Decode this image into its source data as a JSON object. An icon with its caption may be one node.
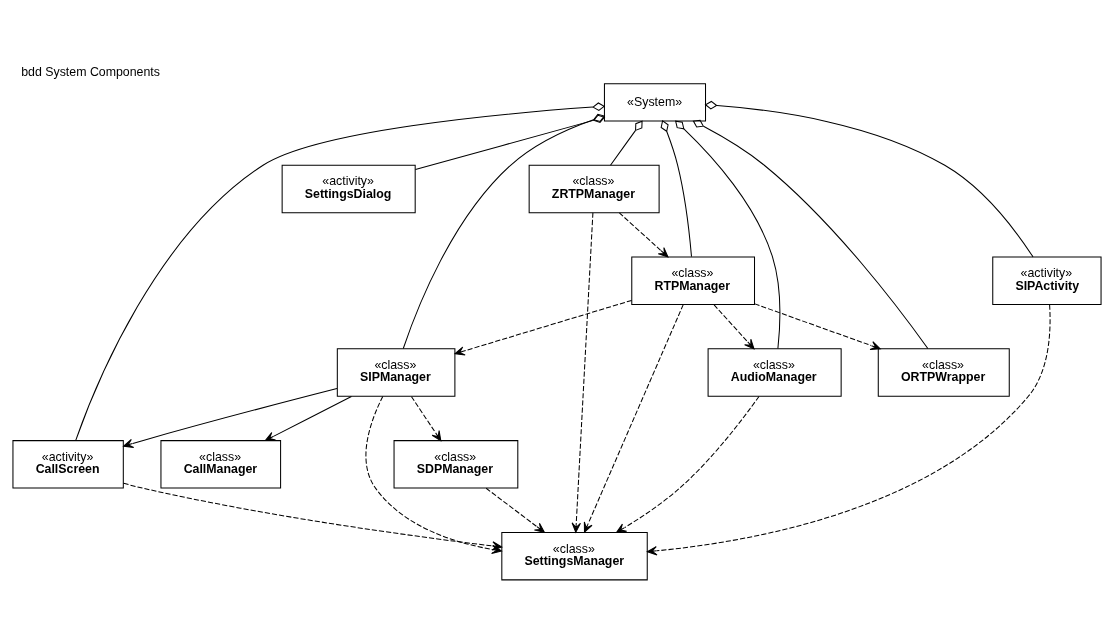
{
  "diagram": {
    "title": "bdd System Components",
    "nodes": [
      {
        "text": [
          "«System»"
        ]
      },
      {
        "text": [
          "«class»",
          "SDPManager"
        ]
      },
      {
        "text": [
          "«class»",
          "SettingsManager"
        ]
      },
      {
        "text": [
          "«class»",
          "CallManager"
        ]
      },
      {
        "text": [
          "«activity»",
          "SIPActivity"
        ]
      },
      {
        "text": [
          "«activity»",
          "SettingsDialog"
        ]
      },
      {
        "text": [
          "«activity»",
          "CallScreen"
        ]
      },
      {
        "text": [
          "«class»",
          "SIPManager"
        ]
      },
      {
        "text": [
          "«class»",
          "ZRTPManager"
        ]
      },
      {
        "text": [
          "«class»",
          "RTPManager"
        ]
      },
      {
        "text": [
          "«class»",
          "ORTPWrapper"
        ]
      },
      {
        "text": [
          "«class»",
          "AudioManager"
        ]
      }
    ],
    "edges": [
      {
        "from": 0,
        "to": 4,
        "arrow": "other"
      },
      {
        "from": 0,
        "to": 5,
        "arrow": "other"
      },
      {
        "from": 0,
        "to": 6,
        "arrow": "other"
      },
      {
        "from": 0,
        "to": 7,
        "arrow": "other"
      },
      {
        "from": 0,
        "to": 8,
        "arrow": "other"
      },
      {
        "from": 0,
        "to": 9,
        "arrow": "other"
      },
      {
        "from": 0,
        "to": 10,
        "arrow": "other"
      },
      {
        "from": 0,
        "to": 11,
        "arrow": "other"
      },
      {
        "from": 4,
        "to": 2,
        "arrow": "to",
        "style": "dashed"
      },
      {
        "from": 6,
        "to": 2,
        "arrow": "to",
        "style": "dashed"
      },
      {
        "from": 1,
        "to": 2,
        "arrow": "to",
        "style": "dashed"
      },
      {
        "from": 7,
        "to": 1,
        "arrow": "to",
        "style": "dashed"
      },
      {
        "from": 7,
        "to": 2,
        "arrow": "to",
        "style": "dashed"
      },
      {
        "from": 7,
        "to": 3,
        "arrow": "to"
      },
      {
        "from": 7,
        "to": 6,
        "arrow": "to"
      },
      {
        "from": 9,
        "to": 7,
        "arrow": "to",
        "style": "dashed"
      },
      {
        "from": 8,
        "to": 2,
        "arrow": "to",
        "style": "dashed"
      },
      {
        "from": 8,
        "to": 9,
        "arrow": "to",
        "style": "dashed"
      },
      {
        "from": 9,
        "to": 2,
        "arrow": "to",
        "style": "dashed"
      },
      {
        "from": 9,
        "to": 10,
        "arrow": "to",
        "style": "dashed"
      },
      {
        "from": 9,
        "to": 11,
        "arrow": "to",
        "style": "dashed"
      },
      {
        "from": 11,
        "to": 2,
        "arrow": "to",
        "style": "dashed"
      }
    ]
  }
}
